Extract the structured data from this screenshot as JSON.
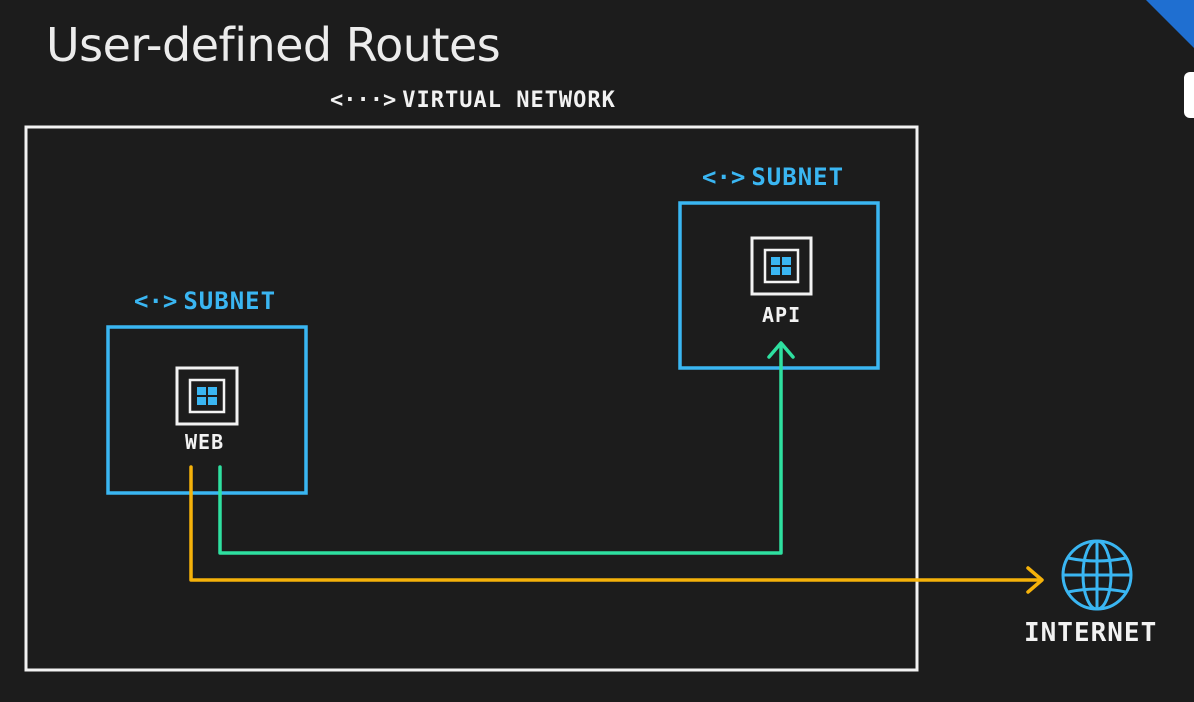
{
  "title": "User-defined Routes",
  "virtual_network": {
    "glyph": "<···>",
    "label": "VIRTUAL NETWORK"
  },
  "subnets": [
    {
      "glyph": "<·>",
      "label": "SUBNET",
      "vm": {
        "label": "WEB",
        "icon": "vm-icon"
      }
    },
    {
      "glyph": "<·>",
      "label": "SUBNET",
      "vm": {
        "label": "API",
        "icon": "vm-icon"
      }
    }
  ],
  "internet": {
    "label": "INTERNET",
    "icon": "globe-icon"
  },
  "colors": {
    "background": "#1c1c1c",
    "vnet_border": "#f2f2f2",
    "subnet": "#3ab6f2",
    "route_to_api": "#2ee0a0",
    "route_to_internet": "#f5b20a",
    "accent_corner": "#1f6fd1"
  }
}
